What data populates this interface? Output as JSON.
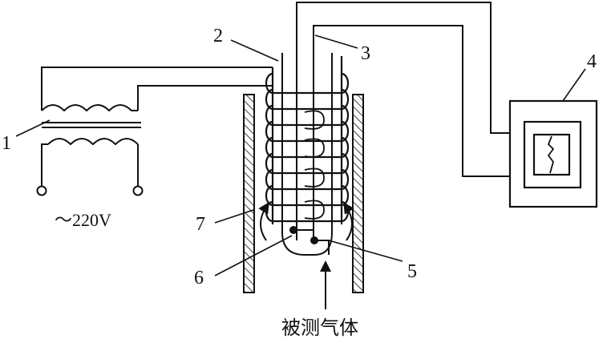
{
  "labels": {
    "l1": "1",
    "l2": "2",
    "l3": "3",
    "l4": "4",
    "l5": "5",
    "l6": "6",
    "l7": "7"
  },
  "supply_label": "～220V",
  "gas_label": "被测气体",
  "colors": {
    "ink": "#111111",
    "background": "#ffffff"
  }
}
